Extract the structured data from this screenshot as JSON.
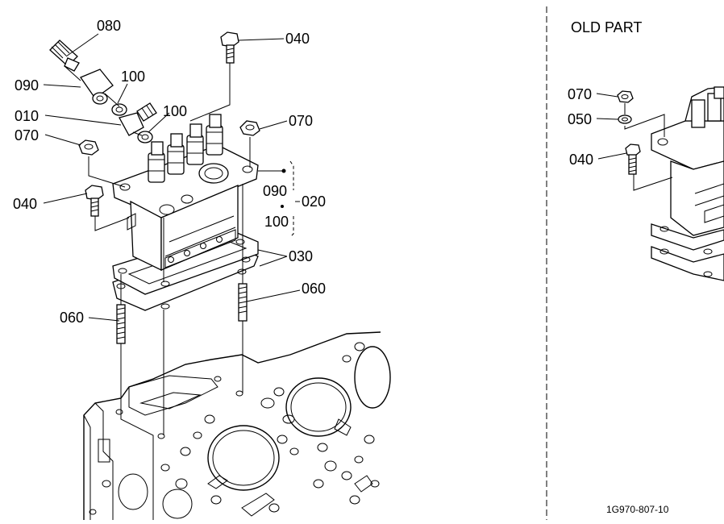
{
  "main_diagram": {
    "callouts": {
      "c080": "080",
      "c040_top": "040",
      "c090": "090",
      "c100_a": "100",
      "c010": "010",
      "c100_b": "100",
      "c070_left": "070",
      "c070_right": "070",
      "c040_left": "040",
      "c020_090": "090",
      "c020_100": "100",
      "c020": "020",
      "c030": "030",
      "c060_right": "060",
      "c060_left": "060"
    }
  },
  "old_part_panel": {
    "title": "OLD PART",
    "callouts": {
      "c070": "070",
      "c050": "050",
      "c040": "040"
    }
  },
  "figure_code": "1G970-807-10"
}
